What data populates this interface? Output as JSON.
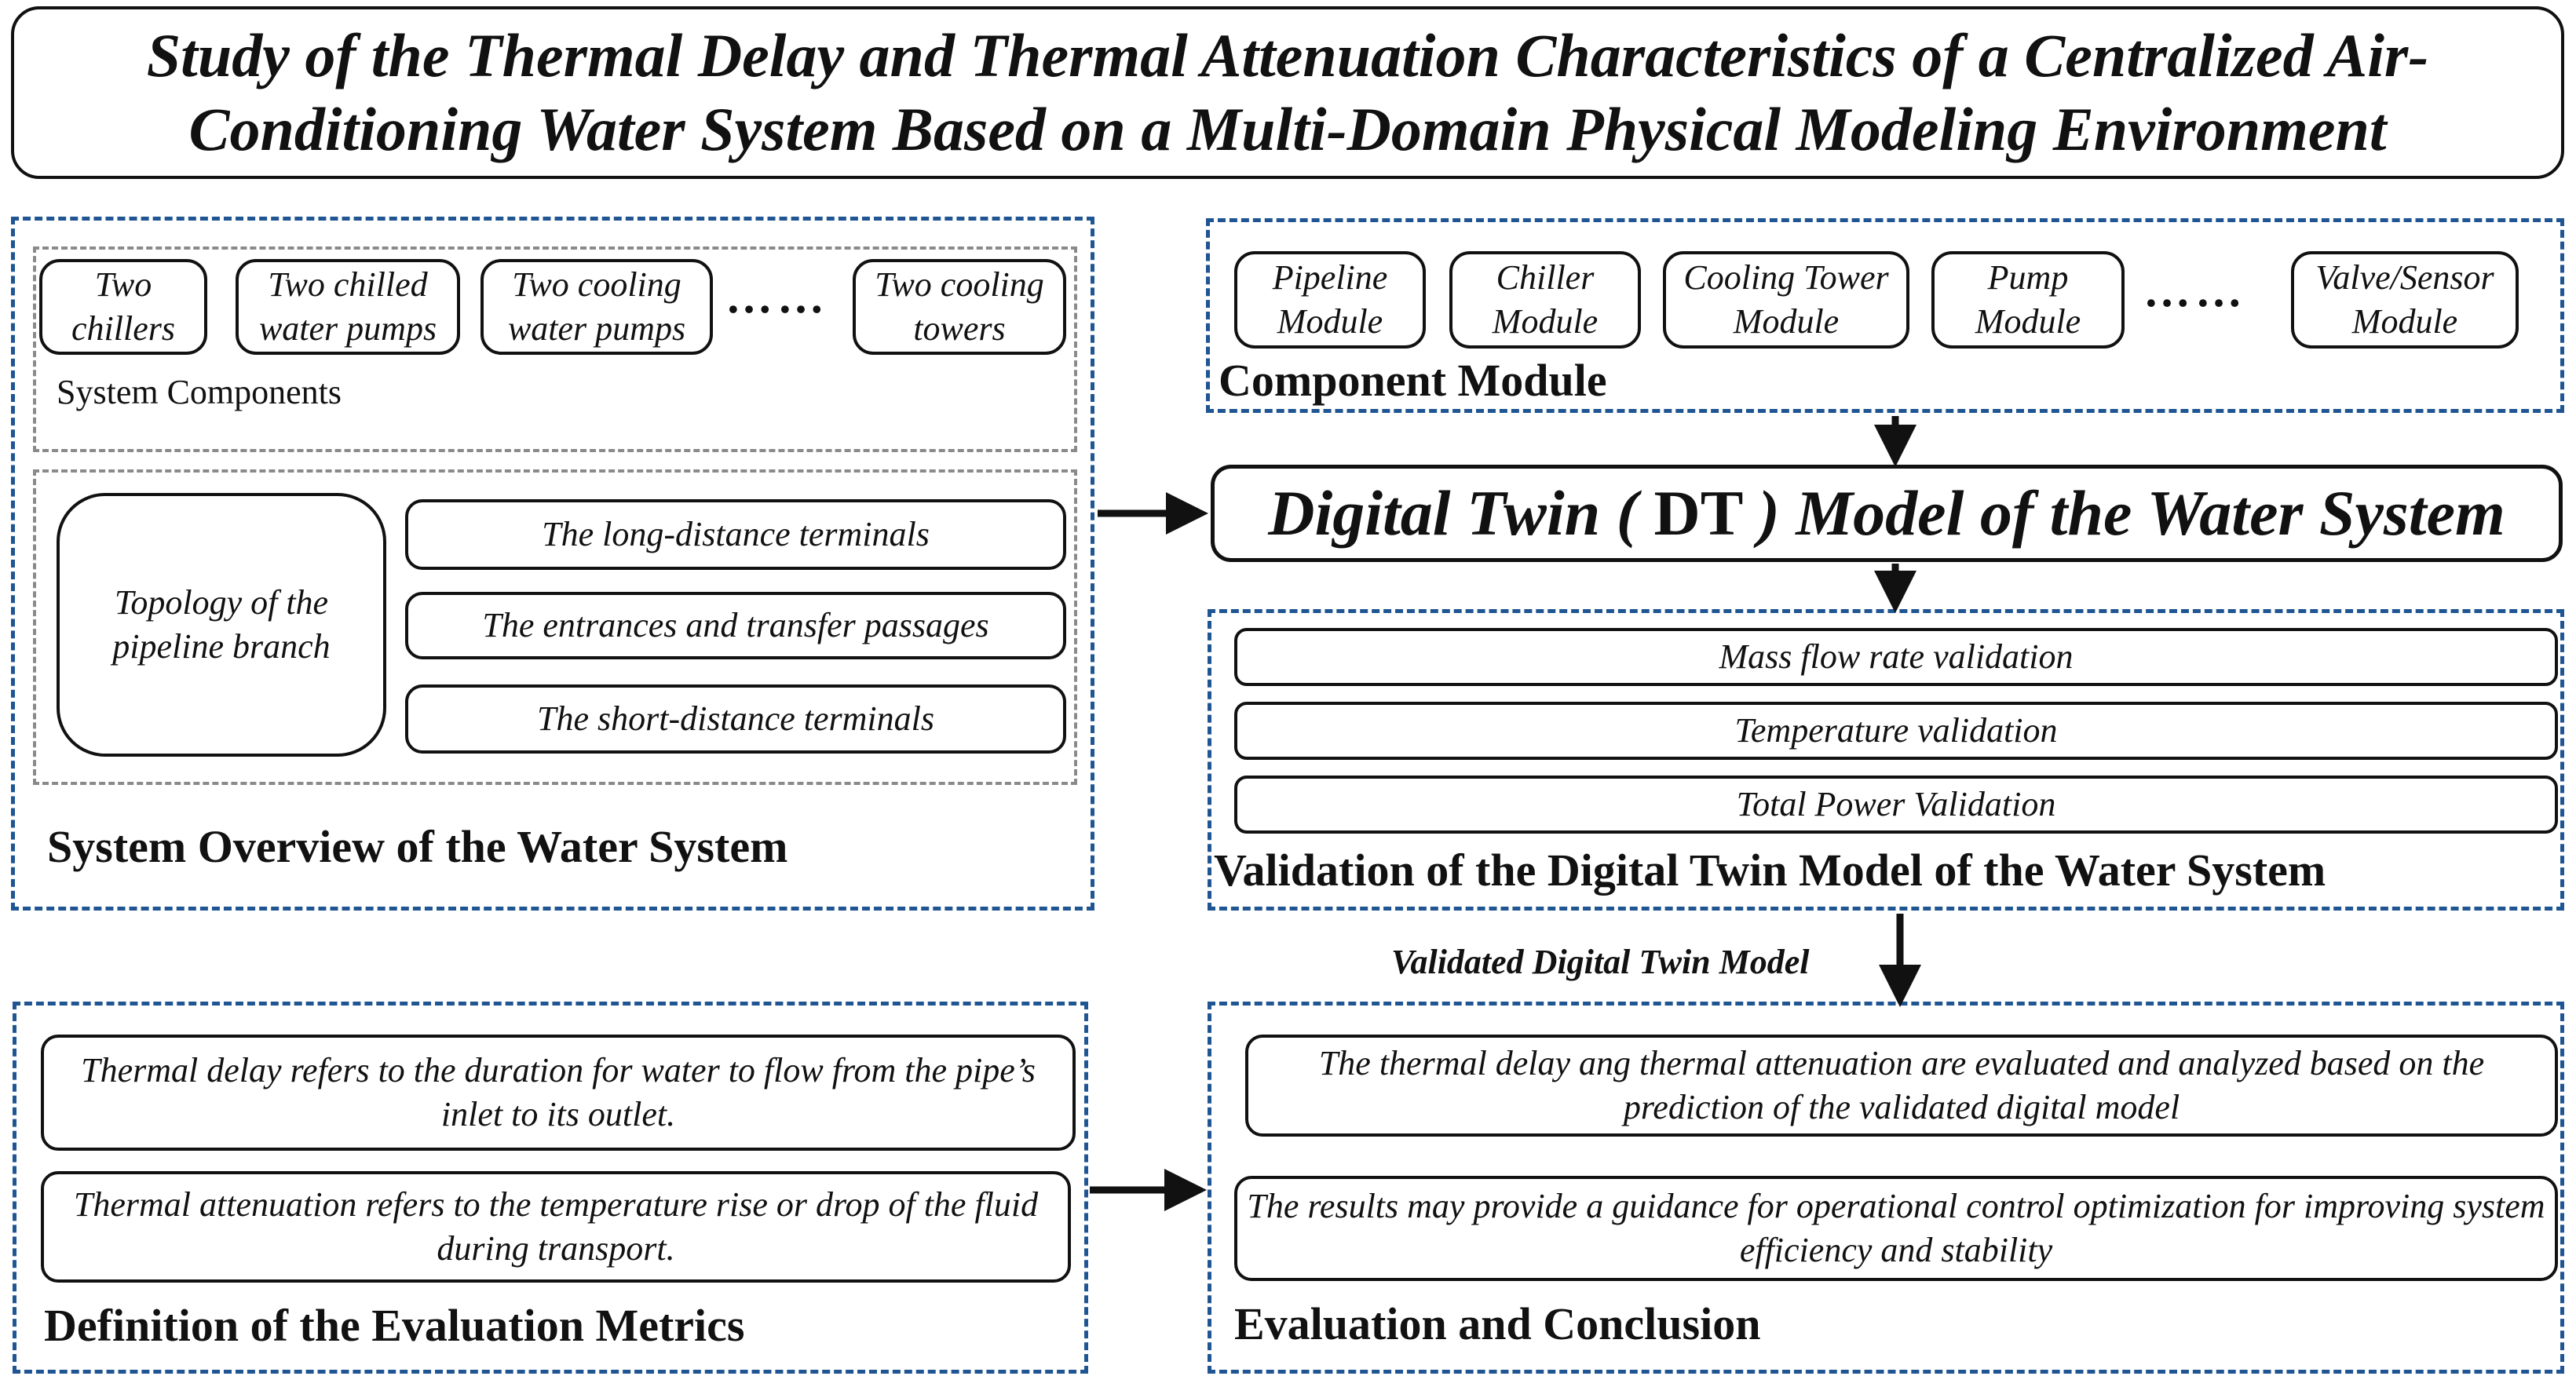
{
  "title": "Study of the Thermal Delay and Thermal Attenuation Characteristics of a Centralized Air-Conditioning Water System Based on a Multi-Domain Physical Modeling Environment",
  "system_overview": {
    "label": "System Overview of the Water System",
    "components_label": "System Components",
    "components": [
      "Two chillers",
      "Two chilled water pumps",
      "Two cooling water pumps",
      "Two cooling towers"
    ],
    "ellipsis": "……",
    "topology": "Topology of the pipeline branch",
    "branches": [
      "The long-distance terminals",
      "The entrances and transfer passages",
      "The short-distance terminals"
    ]
  },
  "component_module": {
    "label": "Component Module",
    "modules": [
      "Pipeline Module",
      "Chiller Module",
      "Cooling Tower Module",
      "Pump Module",
      "Valve/Sensor Module"
    ],
    "ellipsis": "……"
  },
  "dt_model": {
    "part1": "Digital Twin (",
    "part2": " DT ",
    "part3": ") Model of the Water System"
  },
  "validation": {
    "label": "Validation of the Digital Twin Model of the Water System",
    "items": [
      "Mass flow rate validation",
      "Temperature validation",
      "Total Power Validation"
    ]
  },
  "arrow_label": "Validated Digital Twin Model",
  "metrics": {
    "label": "Definition of the Evaluation Metrics",
    "items": [
      "Thermal delay refers to the duration for water to flow from the pipe’s inlet to its outlet.",
      "Thermal attenuation refers to the temperature rise or drop of the fluid during transport."
    ]
  },
  "evaluation": {
    "label": "Evaluation and Conclusion",
    "items": [
      "The thermal delay ang thermal attenuation are evaluated and analyzed based on the prediction of the validated digital model",
      "The results may provide a guidance for operational control optimization for improving system efficiency and stability"
    ]
  },
  "colors": {
    "dash_blue": "#1f5592",
    "dash_gray": "#8a8a8a",
    "line": "#111111"
  }
}
